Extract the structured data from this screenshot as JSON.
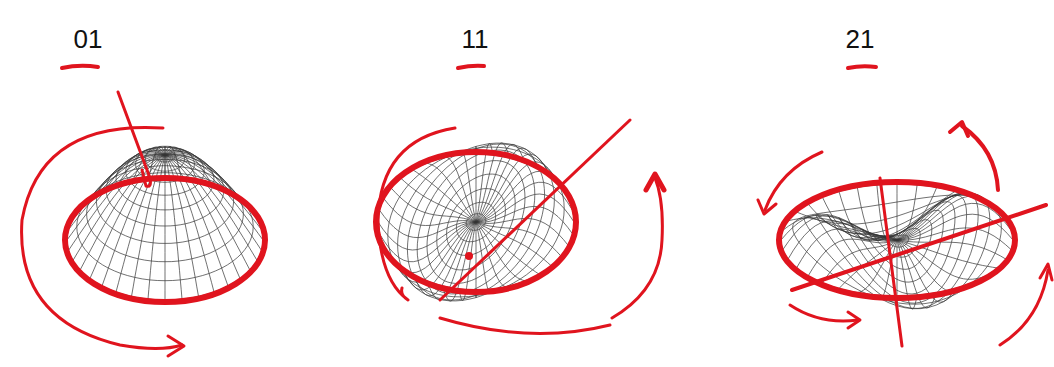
{
  "diagram": {
    "labels": [
      "01",
      "11",
      "21"
    ]
  }
}
